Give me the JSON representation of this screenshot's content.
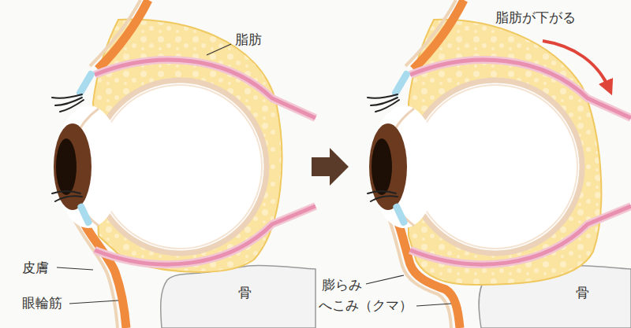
{
  "diagram": {
    "labels": [
      "脂肪",
      "脂肪が下がる",
      "皮膚",
      "眼輪筋",
      "骨",
      "膨らみ",
      "へこみ（クマ）",
      "骨"
    ]
  }
}
